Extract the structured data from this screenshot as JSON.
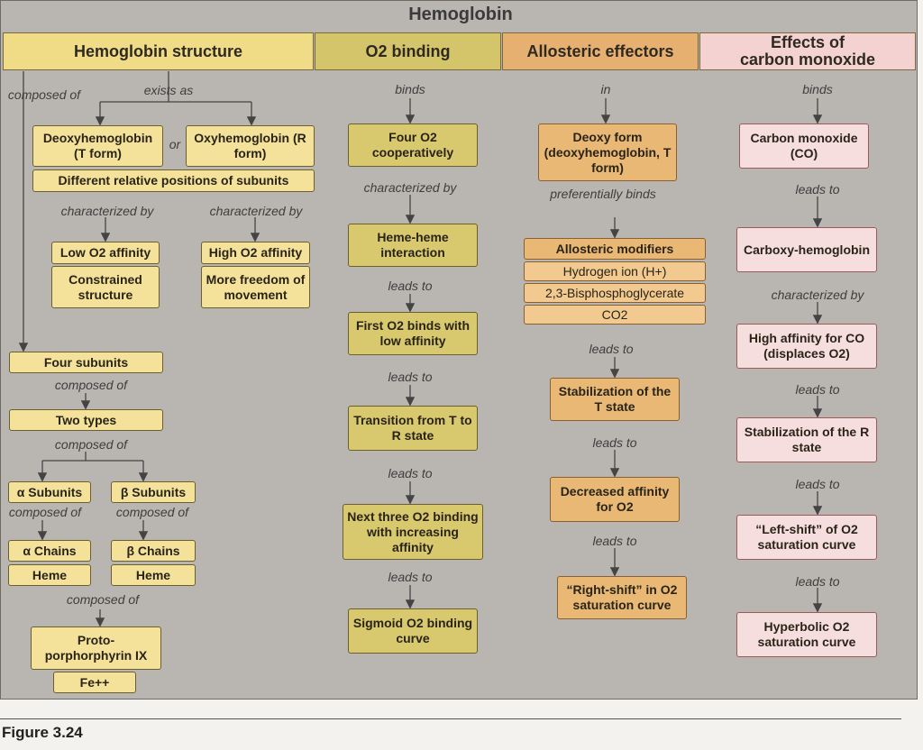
{
  "title": "Hemoglobin",
  "headers": {
    "structure": "Hemoglobin structure",
    "binding": "O2 binding",
    "allosteric": "Allosteric effectors",
    "co_line1": "Effects of",
    "co_line2": "carbon monoxide"
  },
  "col1": {
    "composed_of_top": "composed of",
    "exists_as": "exists as",
    "deoxy": "Deoxyhemoglobin (T form)",
    "or": "or",
    "oxy": "Oxyhemoglobin (R form)",
    "positions": "Different relative positions of subunits",
    "char_by_left": "characterized by",
    "char_by_right": "characterized by",
    "low_aff": "Low O2 affinity",
    "constrained": "Constrained structure",
    "high_aff": "High O2 affinity",
    "freedom": "More freedom of movement",
    "four_subunits": "Four subunits",
    "composed_of_2": "composed of",
    "two_types": "Two types",
    "composed_of_3": "composed of",
    "alpha_subunits": "α Subunits",
    "beta_subunits": "β Subunits",
    "composed_of_alpha": "composed of",
    "composed_of_beta": "composed of",
    "alpha_chains": "α Chains",
    "beta_chains": "β Chains",
    "heme_left": "Heme",
    "heme_right": "Heme",
    "composed_of_heme": "composed of",
    "proto": "Proto-porphorphyrin IX",
    "fe": "Fe++"
  },
  "col2": {
    "binds": "binds",
    "four_o2": "Four O2 cooperatively",
    "char_by": "characterized by",
    "heme_heme": "Heme-heme interaction",
    "leads1": "leads to",
    "first_o2": "First O2 binds with low affinity",
    "leads2": "leads to",
    "transition": "Transition from T to R state",
    "leads3": "leads to",
    "next_three": "Next three O2 binding with increasing affinity",
    "leads4": "leads to",
    "sigmoid": "Sigmoid O2 binding curve"
  },
  "col3": {
    "in": "in",
    "deoxy_form": "Deoxy form (deoxyhemoglobin, T form)",
    "pref_binds": "preferentially binds",
    "modifiers": "Allosteric modifiers",
    "hydrogen": "Hydrogen ion (H+)",
    "bpg": "2,3-Bisphosphoglycerate",
    "co2": "CO2",
    "leads1": "leads to",
    "stab_t": "Stabilization of the T state",
    "leads2": "leads to",
    "decreased": "Decreased affinity for O2",
    "leads3": "leads to",
    "right_shift": "“Right-shift” in O2 saturation curve"
  },
  "col4": {
    "binds": "binds",
    "co": "Carbon monoxide (CO)",
    "leads1": "leads to",
    "carboxy": "Carboxy-hemoglobin",
    "char_by": "characterized by",
    "high_aff_co": "High affinity for CO (displaces O2)",
    "leads2": "leads to",
    "stab_r": "Stabilization of the R state",
    "leads3": "leads to",
    "left_shift": "“Left-shift” of O2 saturation curve",
    "leads4": "leads to",
    "hyperbolic": "Hyperbolic O2 saturation curve"
  },
  "caption": "Figure 3.24",
  "colors": {
    "yellow": "#f4e29a",
    "olive": "#d4c46a",
    "orange": "#e8b874",
    "pink": "#f6dede"
  }
}
